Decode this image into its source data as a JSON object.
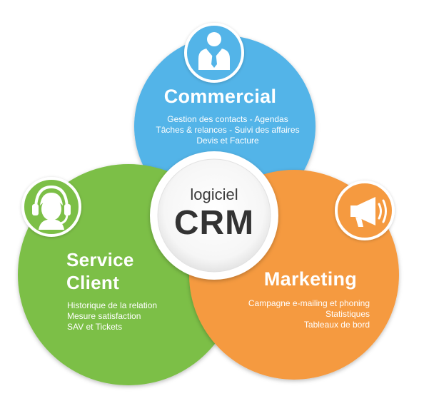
{
  "center": {
    "small": "logiciel",
    "big": "CRM"
  },
  "commercial": {
    "title": "Commercial",
    "lines": [
      "Gestion des contacts - Agendas",
      "Tâches & relances - Suivi des affaires",
      "Devis et Facture"
    ],
    "color": "#53b4e8",
    "icon": "businessman-icon"
  },
  "service_client": {
    "title_line1": "Service",
    "title_line2": "Client",
    "lines": [
      "Historique de la relation",
      "Mesure satisfaction",
      "SAV et Tickets"
    ],
    "color": "#7bbf46",
    "icon": "headset-icon"
  },
  "marketing": {
    "title": "Marketing",
    "lines": [
      "Campagne e-mailing et phoning",
      "Statistiques",
      "Tableaux de bord"
    ],
    "color": "#f59a40",
    "icon": "megaphone-icon"
  }
}
